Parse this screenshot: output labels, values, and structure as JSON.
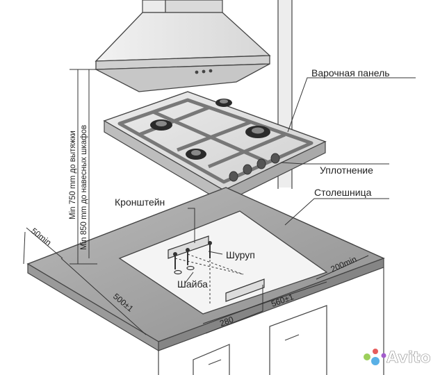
{
  "labels": {
    "hob": "Варочная панель",
    "seal": "Уплотнение",
    "countertop": "Столешница",
    "bracket": "Кронштейн",
    "screw": "Шуруп",
    "washer": "Шайба"
  },
  "dimensions": {
    "vertical_hood": "Min 750 mm до вытяжки",
    "vertical_cabinets": "Min 850 mm до навесных шкафов",
    "left_margin": "50min",
    "depth": "500±1",
    "width": "560±1",
    "half_width": "280",
    "right_margin": "200min"
  },
  "watermark": {
    "text": "Avito"
  }
}
